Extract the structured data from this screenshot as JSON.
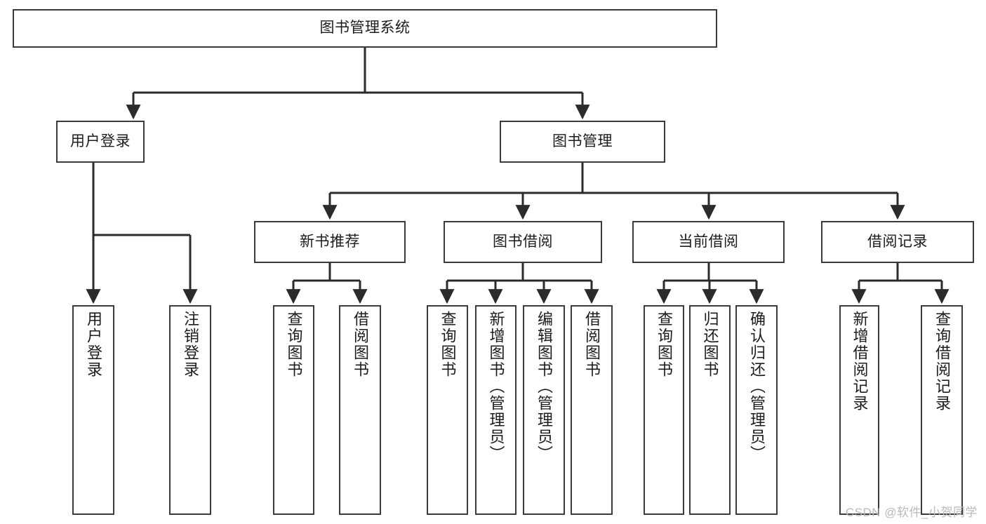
{
  "diagram": {
    "title": "图书管理系统",
    "type": "functional-structure-tree",
    "watermark": "CSDN @软件_小贺同学",
    "colors": {
      "node_border": "#3a3a3a",
      "node_fill": "#ffffff",
      "connector": "#2b2b2b",
      "text": "#1c1c1c",
      "watermark": "#b9b9b9",
      "background": "#ffffff"
    },
    "nodes": {
      "root": {
        "label": "图书管理系统"
      },
      "level2": [
        {
          "label": "用户登录"
        },
        {
          "label": "图书管理"
        }
      ],
      "level3": [
        {
          "label": "新书推荐"
        },
        {
          "label": "图书借阅"
        },
        {
          "label": "当前借阅"
        },
        {
          "label": "借阅记录"
        }
      ],
      "leaves": {
        "user_login": [
          {
            "label": "用户登录"
          },
          {
            "label": "注销登录"
          }
        ],
        "new_book_recommend": [
          {
            "label": "查询图书"
          },
          {
            "label": "借阅图书"
          }
        ],
        "book_borrow": [
          {
            "label": "查询图书"
          },
          {
            "label": "新增图书（管理员）"
          },
          {
            "label": "编辑图书（管理员）"
          },
          {
            "label": "借阅图书"
          }
        ],
        "current_borrow": [
          {
            "label": "查询图书"
          },
          {
            "label": "归还图书"
          },
          {
            "label": "确认归还（管理员）"
          }
        ],
        "borrow_record": [
          {
            "label": "新增借阅记录"
          },
          {
            "label": "查询借阅记录"
          }
        ]
      }
    }
  }
}
